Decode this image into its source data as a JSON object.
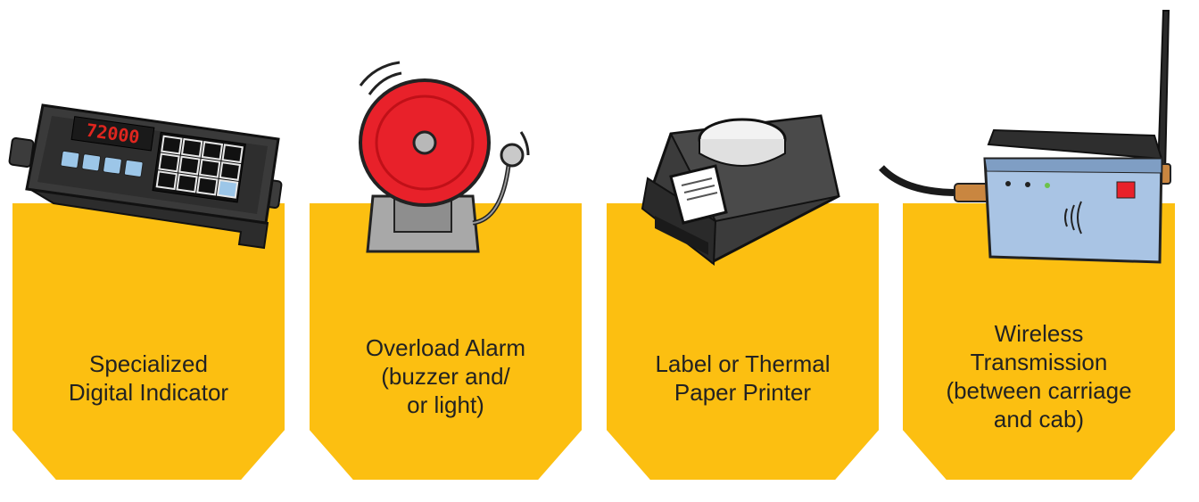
{
  "colors": {
    "card_background": "#fcbf11",
    "text": "#222222",
    "alarm_red": "#e8212a",
    "display_red": "#e0261f",
    "button_blue": "#9cc6e8",
    "device_dark": "#3a3a3a",
    "transmitter_blue": "#a9c4e4"
  },
  "items": [
    {
      "label": "Specialized\nDigital Indicator",
      "icon": "digital-indicator-icon",
      "display_reading": "72000"
    },
    {
      "label": "Overload Alarm\n(buzzer and/\nor light)",
      "icon": "alarm-bell-icon"
    },
    {
      "label": "Label or Thermal\nPaper Printer",
      "icon": "thermal-printer-icon"
    },
    {
      "label": "Wireless\nTransmission\n(between carriage\nand cab)",
      "icon": "wireless-transmitter-icon"
    }
  ]
}
